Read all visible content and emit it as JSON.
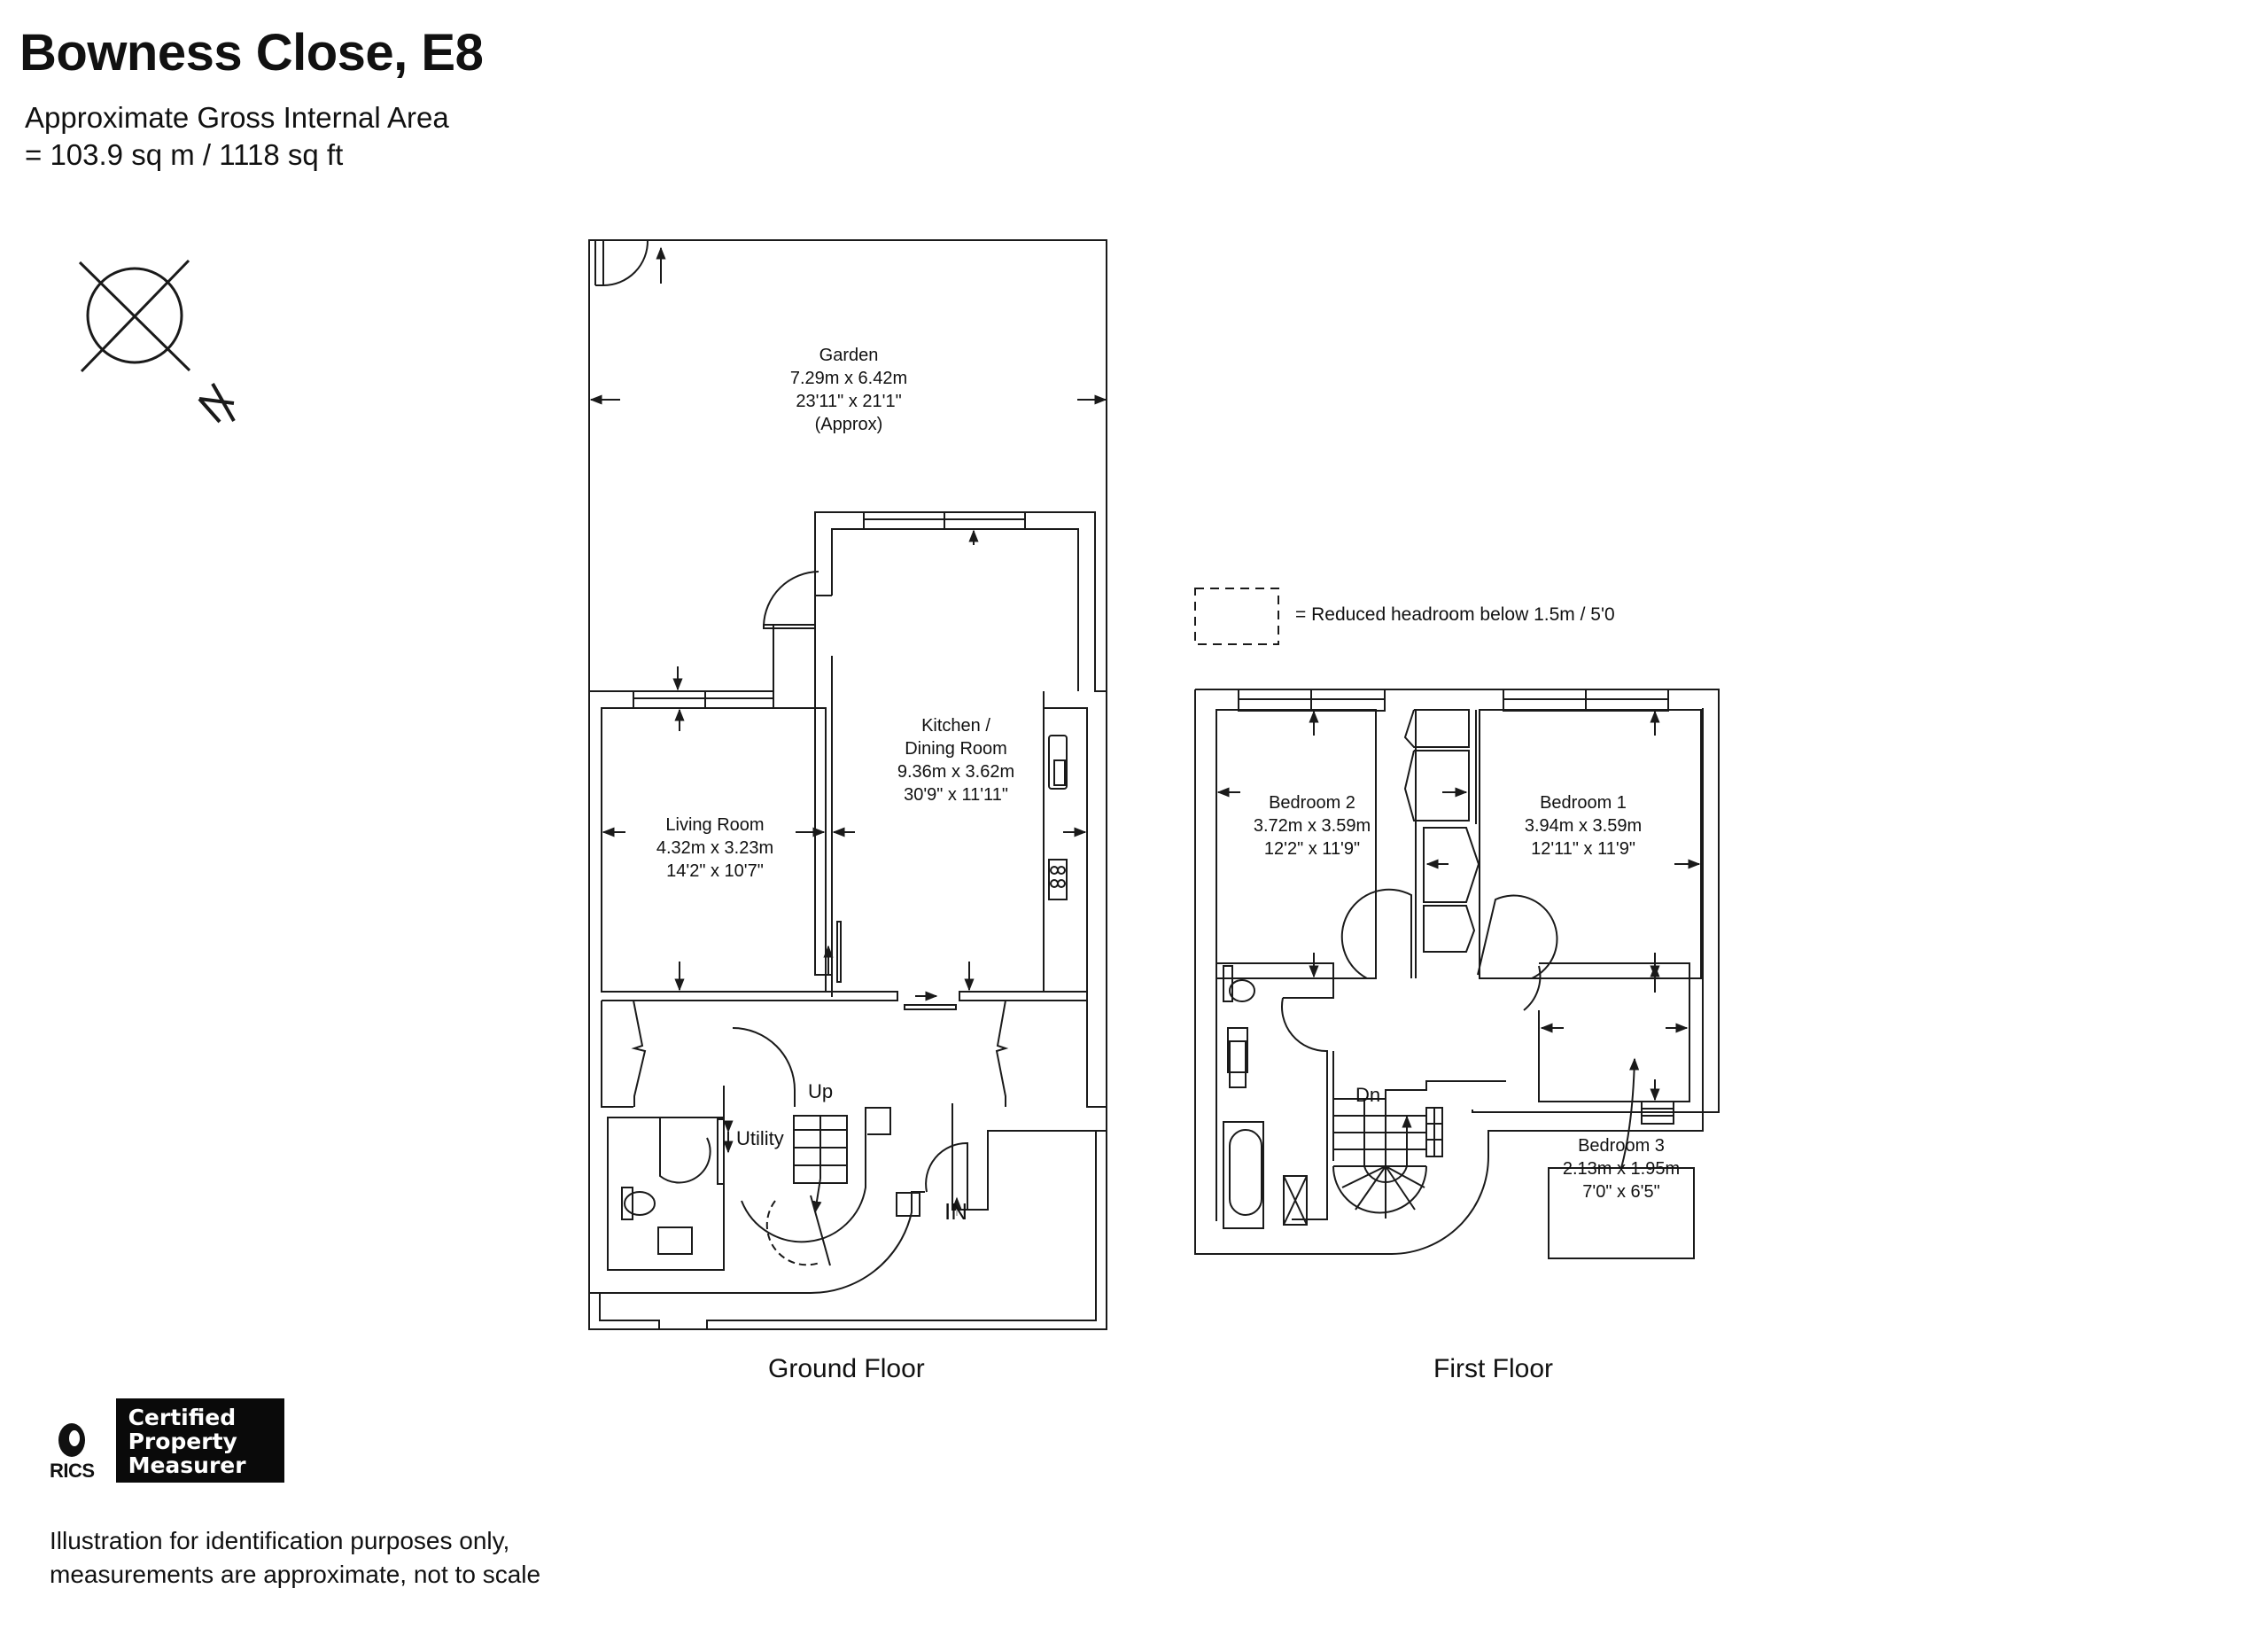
{
  "header": {
    "title": "Bowness Close, E8",
    "area_line1": "Approximate Gross Internal Area",
    "area_line2": "= 103.9 sq m / 1118 sq ft"
  },
  "compass": {
    "icon": "compass-north-icon",
    "label": "N"
  },
  "legend": {
    "icon": "dashed-box-icon",
    "text": "= Reduced headroom below 1.5m / 5'0"
  },
  "ground_floor": {
    "label": "Ground Floor",
    "rooms": [
      {
        "name": "Garden",
        "metric": "7.29m x 6.42m",
        "imperial": "23'11\" x 21'1\"",
        "note": "(Approx)"
      },
      {
        "name": "Kitchen /",
        "name2": "Dining Room",
        "metric": "9.36m x 3.62m",
        "imperial": "30'9\" x 11'11\""
      },
      {
        "name": "Living Room",
        "metric": "4.32m x 3.23m",
        "imperial": "14'2\" x 10'7\""
      },
      {
        "name": "Utility"
      }
    ],
    "stair_label": "Up",
    "entrance_label": "IN"
  },
  "first_floor": {
    "label": "First Floor",
    "rooms": [
      {
        "name": "Bedroom 2",
        "metric": "3.72m x 3.59m",
        "imperial": "12'2\" x 11'9\""
      },
      {
        "name": "Bedroom 1",
        "metric": "3.94m x 3.59m",
        "imperial": "12'11\" x 11'9\""
      },
      {
        "name": "Bedroom 3",
        "metric": "2.13m x 1.95m",
        "imperial": "7'0\" x 6'5\""
      }
    ],
    "stair_label": "Dn"
  },
  "certification": {
    "org": "RICS",
    "badge_line1": "Certified",
    "badge_line2": "Property",
    "badge_line3": "Measurer"
  },
  "disclaimer": {
    "line1": "Illustration for identification purposes only,",
    "line2": "measurements are approximate, not to scale"
  },
  "colors": {
    "line": "#1a1a1a",
    "background": "#ffffff",
    "badge": "#0a0a0a"
  }
}
